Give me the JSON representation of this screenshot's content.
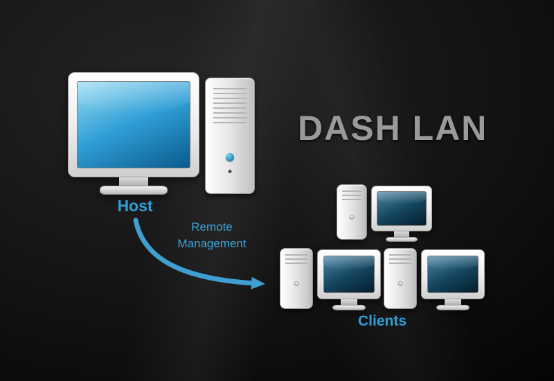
{
  "diagram": {
    "title": "DASH LAN",
    "host": {
      "label": "Host"
    },
    "connection": {
      "label": "Remote Management"
    },
    "clients": {
      "label": "Clients",
      "count": 3
    }
  },
  "icons": {
    "host_computer": "desktop-computer-icon",
    "client_computer": "desktop-computer-icon",
    "arrow": "curved-arrow-icon"
  },
  "colors": {
    "background": "#0d0d0d",
    "title_text": "#9a9a9a",
    "label_text": "#2f9fd6",
    "arrow": "#3f9fd0",
    "host_screen": "#2f9fd6",
    "client_screen": "#14465f"
  }
}
